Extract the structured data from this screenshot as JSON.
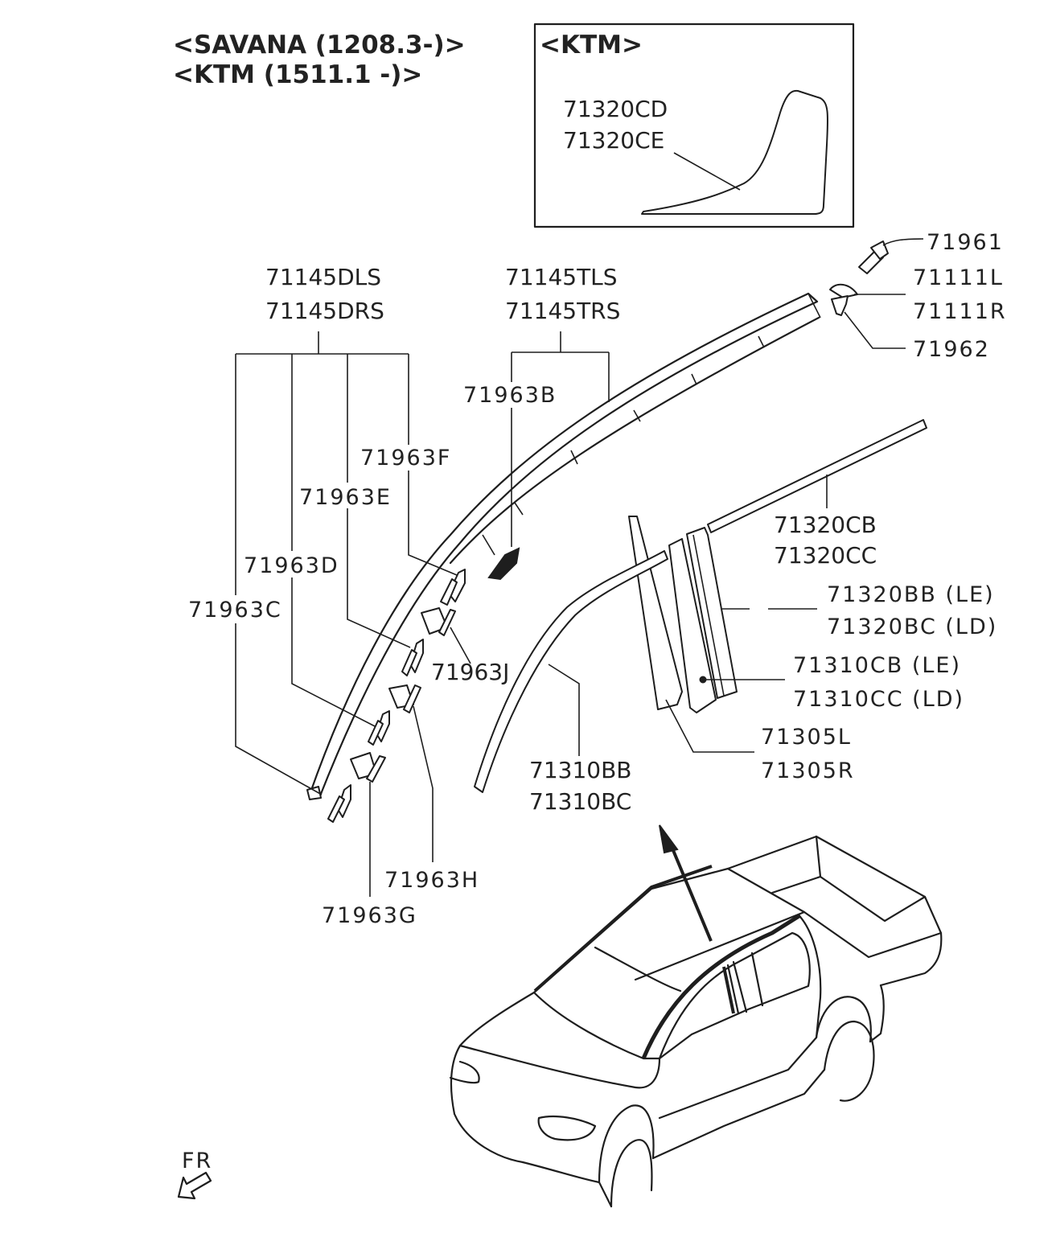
{
  "header": {
    "line1": "<SAVANA (1208.3-)>",
    "line2": "<KTM (1511.1 -)>"
  },
  "inset": {
    "title": "<KTM>",
    "part_a": "71320CD",
    "part_b": "71320CE"
  },
  "groups": {
    "drip_left": {
      "l1": "71145DLS",
      "l2": "71145DRS"
    },
    "drip_top": {
      "l1": "71145TLS",
      "l2": "71145TRS"
    }
  },
  "labels": {
    "p71961": "71961",
    "p71111l": "71111L",
    "p71111r": "71111R",
    "p71962": "71962",
    "p71963b": "71963B",
    "p71963f": "71963F",
    "p71963e": "71963E",
    "p71963d": "71963D",
    "p71963c": "71963C",
    "p71963j": "71963J",
    "p71963h": "71963H",
    "p71963g": "71963G",
    "p71320cb": "71320CB",
    "p71320cc": "71320CC",
    "p71320bb": "71320BB (LE)",
    "p71320bc": "71320BC (LD)",
    "p71310cb": "71310CB (LE)",
    "p71310cc": "71310CC (LD)",
    "p71305l": "71305L",
    "p71305r": "71305R",
    "p71310bb": "71310BB",
    "p71310bc": "71310BC",
    "front": "FR"
  }
}
